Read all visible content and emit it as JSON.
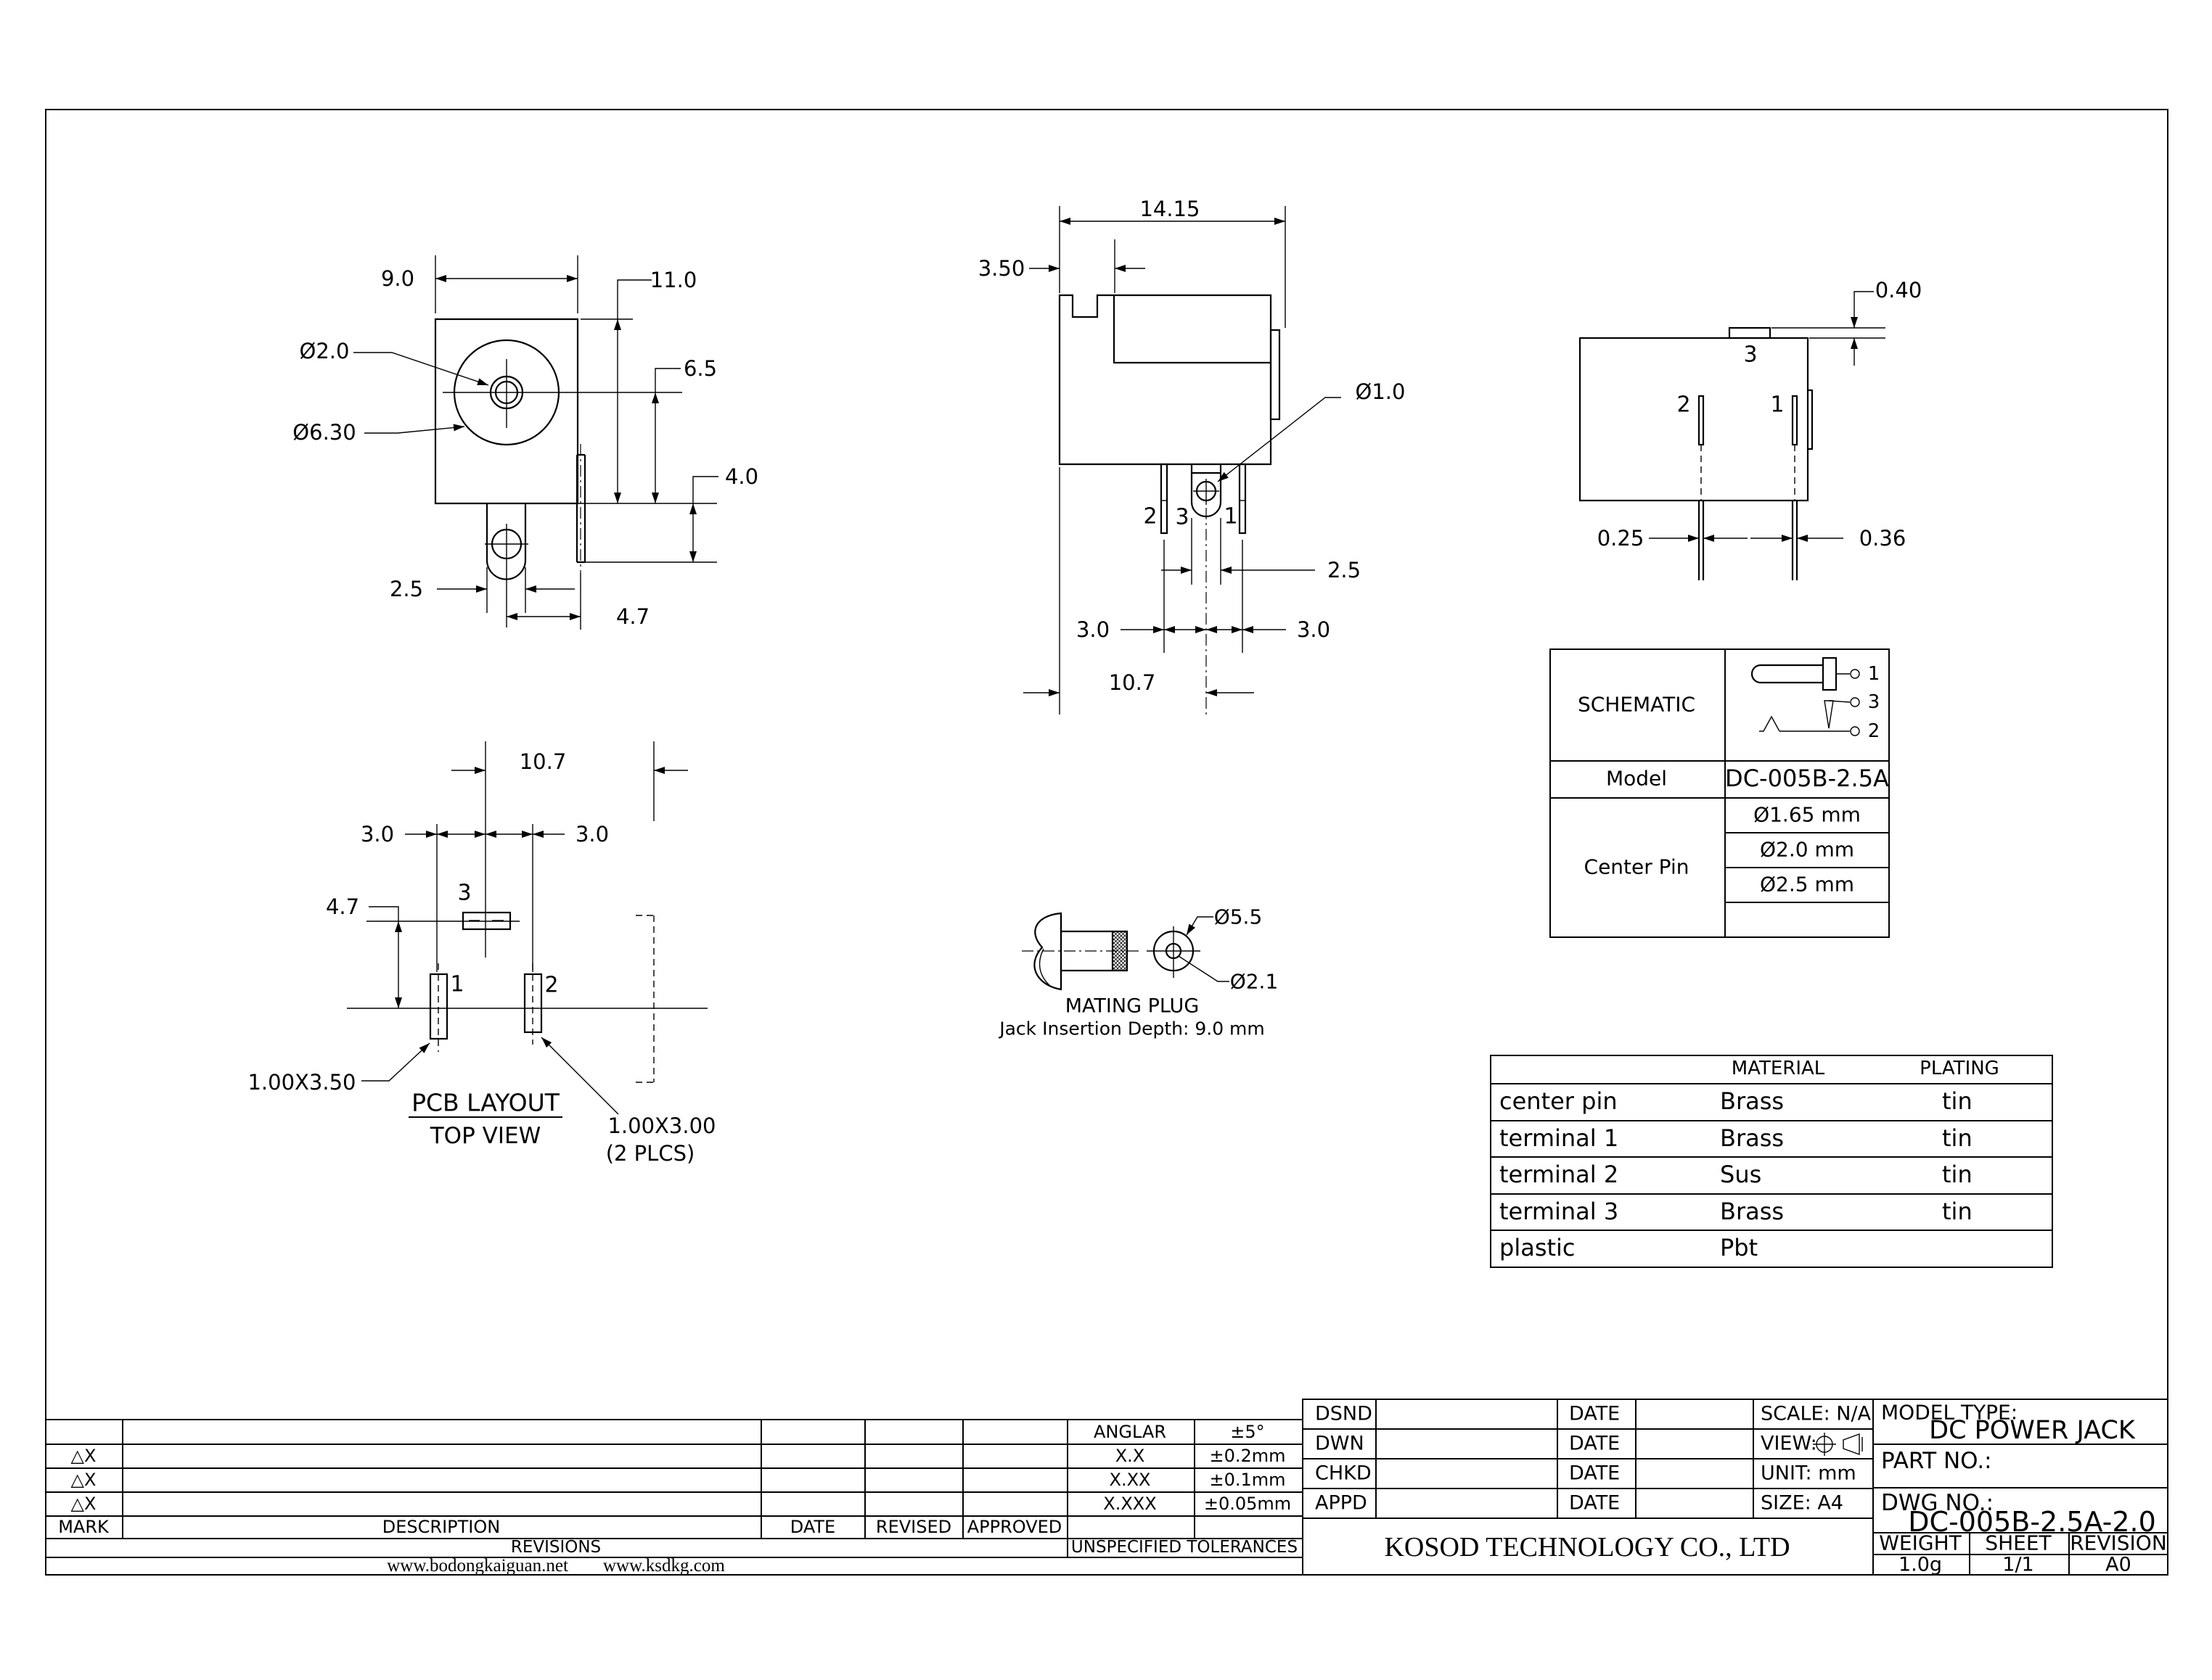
{
  "front_view": {
    "dim_width": "9.0",
    "dim_height": "11.0",
    "dim_center": "6.5",
    "dim_flange": "4.0",
    "dim_pin_width": "2.5",
    "dim_pin_pitch": "4.7",
    "dia_center_pin": "Ø2.0",
    "dia_barrel": "Ø6.30"
  },
  "side_view": {
    "dim_width": "14.15",
    "dim_notch": "3.50",
    "dia_hole": "Ø1.0",
    "dim_snout": "2.5",
    "dim_pitch_left": "3.0",
    "dim_pitch_right": "3.0",
    "dim_left_to_center": "10.7",
    "pin1": "1",
    "pin2": "2",
    "pin3": "3"
  },
  "end_view": {
    "dim_tab": "0.40",
    "dim_pin2": "0.25",
    "dim_pin1": "0.36",
    "pin1": "1",
    "pin2": "2",
    "pin3": "3"
  },
  "pcb_layout": {
    "title": "PCB LAYOUT",
    "subtitle": "TOP VIEW",
    "dim_total": "10.7",
    "dim_left": "3.0",
    "dim_right": "3.0",
    "dim_vertical": "4.7",
    "pad1": "1",
    "pad2": "2",
    "pad3": "3",
    "slot_a": "1.00X3.50",
    "slot_b": "1.00X3.00",
    "slot_b_note": "(2 PLCS)"
  },
  "mating_plug": {
    "title": "MATING PLUG",
    "note": "Jack Insertion Depth: 9.0 mm",
    "dia_outer": "Ø5.5",
    "dia_pin": "Ø2.1"
  },
  "spec_table": {
    "schematic_label": "SCHEMATIC",
    "pin1": "1",
    "pin2": "2",
    "pin3": "3",
    "model_label": "Model",
    "model_value": "DC-005B-2.5A",
    "center_pin_label": "Center Pin",
    "center_pin_options": [
      "Ø1.65 mm",
      "Ø2.0 mm",
      "Ø2.5 mm"
    ]
  },
  "material_table": {
    "material_header": "MATERIAL",
    "plating_header": "PLATING",
    "rows": [
      {
        "part": "center pin",
        "material": "Brass",
        "plating": "tin"
      },
      {
        "part": "terminal 1",
        "material": "Brass",
        "plating": "tin"
      },
      {
        "part": "terminal 2",
        "material": "Sus",
        "plating": "tin"
      },
      {
        "part": "terminal 3",
        "material": "Brass",
        "plating": "tin"
      },
      {
        "part": "plastic",
        "material": "Pbt",
        "plating": ""
      }
    ]
  },
  "revisions_table": {
    "mark_header": "MARK",
    "description_header": "DESCRIPTION",
    "date_header": "DATE",
    "revised_header": "REVISED",
    "approved_header": "APPROVED",
    "title": "REVISIONS",
    "mark_rows": [
      "△X",
      "△X",
      "△X"
    ],
    "website1": "www.bodongkaiguan.net",
    "website2": "www.ksdkg.com"
  },
  "tolerance_table": {
    "title": "UNSPECIFIED TOLERANCES",
    "rows": [
      {
        "label": "ANGLAR",
        "value": "±5°"
      },
      {
        "label": "X.X",
        "value": "±0.2mm"
      },
      {
        "label": "X.XX",
        "value": "±0.1mm"
      },
      {
        "label": "X.XXX",
        "value": "±0.05mm"
      }
    ]
  },
  "title_block": {
    "dsnd": "DSND",
    "dwn": "DWN",
    "chkd": "CHKD",
    "appd": "APPD",
    "date": "DATE",
    "scale": "SCALE: N/A",
    "view_label": "VIEW:",
    "unit": "UNIT: mm",
    "size": "SIZE: A4",
    "model_type_label": "MODEL TYPE:",
    "model_type_value": "DC POWER JACK",
    "part_no_label": "PART NO.:",
    "dwg_no_label": "DWG NO.:",
    "dwg_no_value": "DC-005B-2.5A-2.0",
    "weight_header": "WEIGHT",
    "sheet_header": "SHEET",
    "revision_header": "REVISION",
    "weight_value": "1.0g",
    "sheet_value": "1/1",
    "revision_value": "A0",
    "company": "KOSOD TECHNOLOGY CO., LTD"
  }
}
